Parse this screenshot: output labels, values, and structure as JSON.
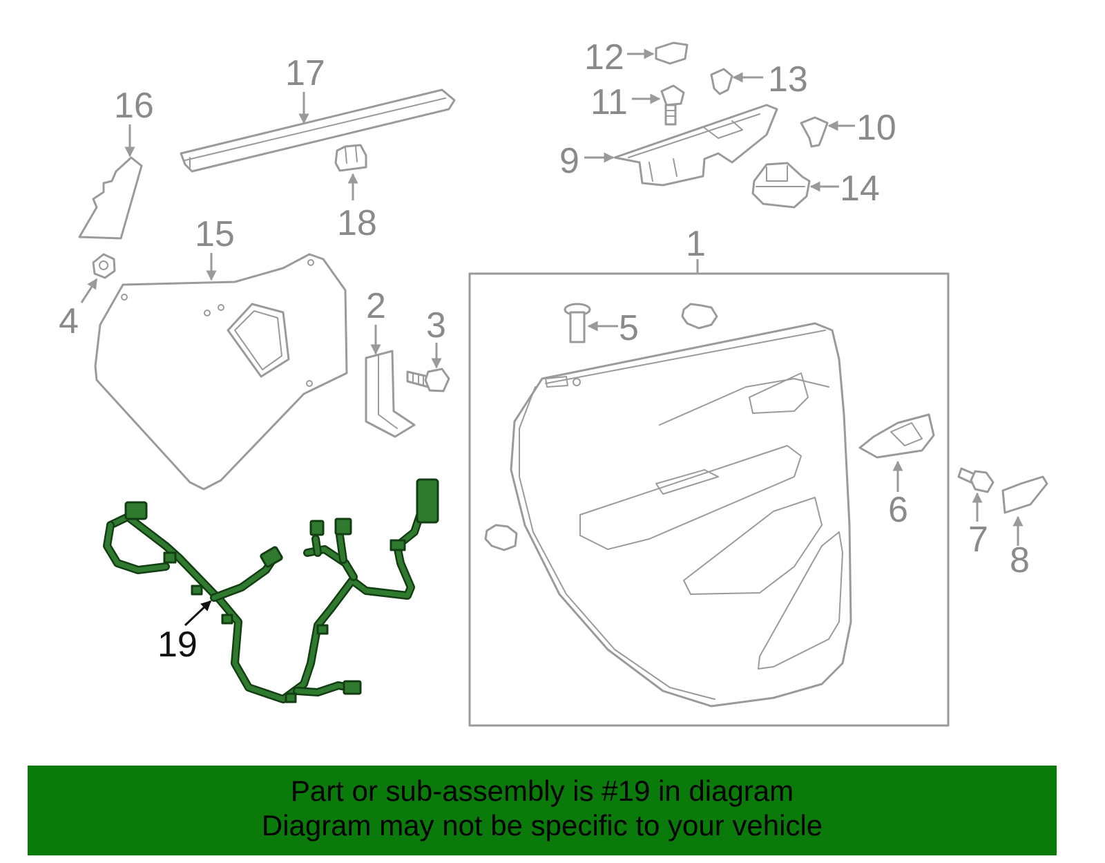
{
  "callouts": {
    "c1": "1",
    "c2": "2",
    "c3": "3",
    "c4": "4",
    "c5": "5",
    "c6": "6",
    "c7": "7",
    "c8": "8",
    "c9": "9",
    "c10": "10",
    "c11": "11",
    "c12": "12",
    "c13": "13",
    "c14": "14",
    "c15": "15",
    "c16": "16",
    "c17": "17",
    "c18": "18",
    "c19": "19"
  },
  "highlight": {
    "part": "19",
    "color": "#2f7a2f"
  },
  "banner": {
    "line1": "Part or sub-assembly is #19 in diagram",
    "line2": "Diagram may not be specific to your vehicle",
    "background": "#0a7a0a"
  }
}
